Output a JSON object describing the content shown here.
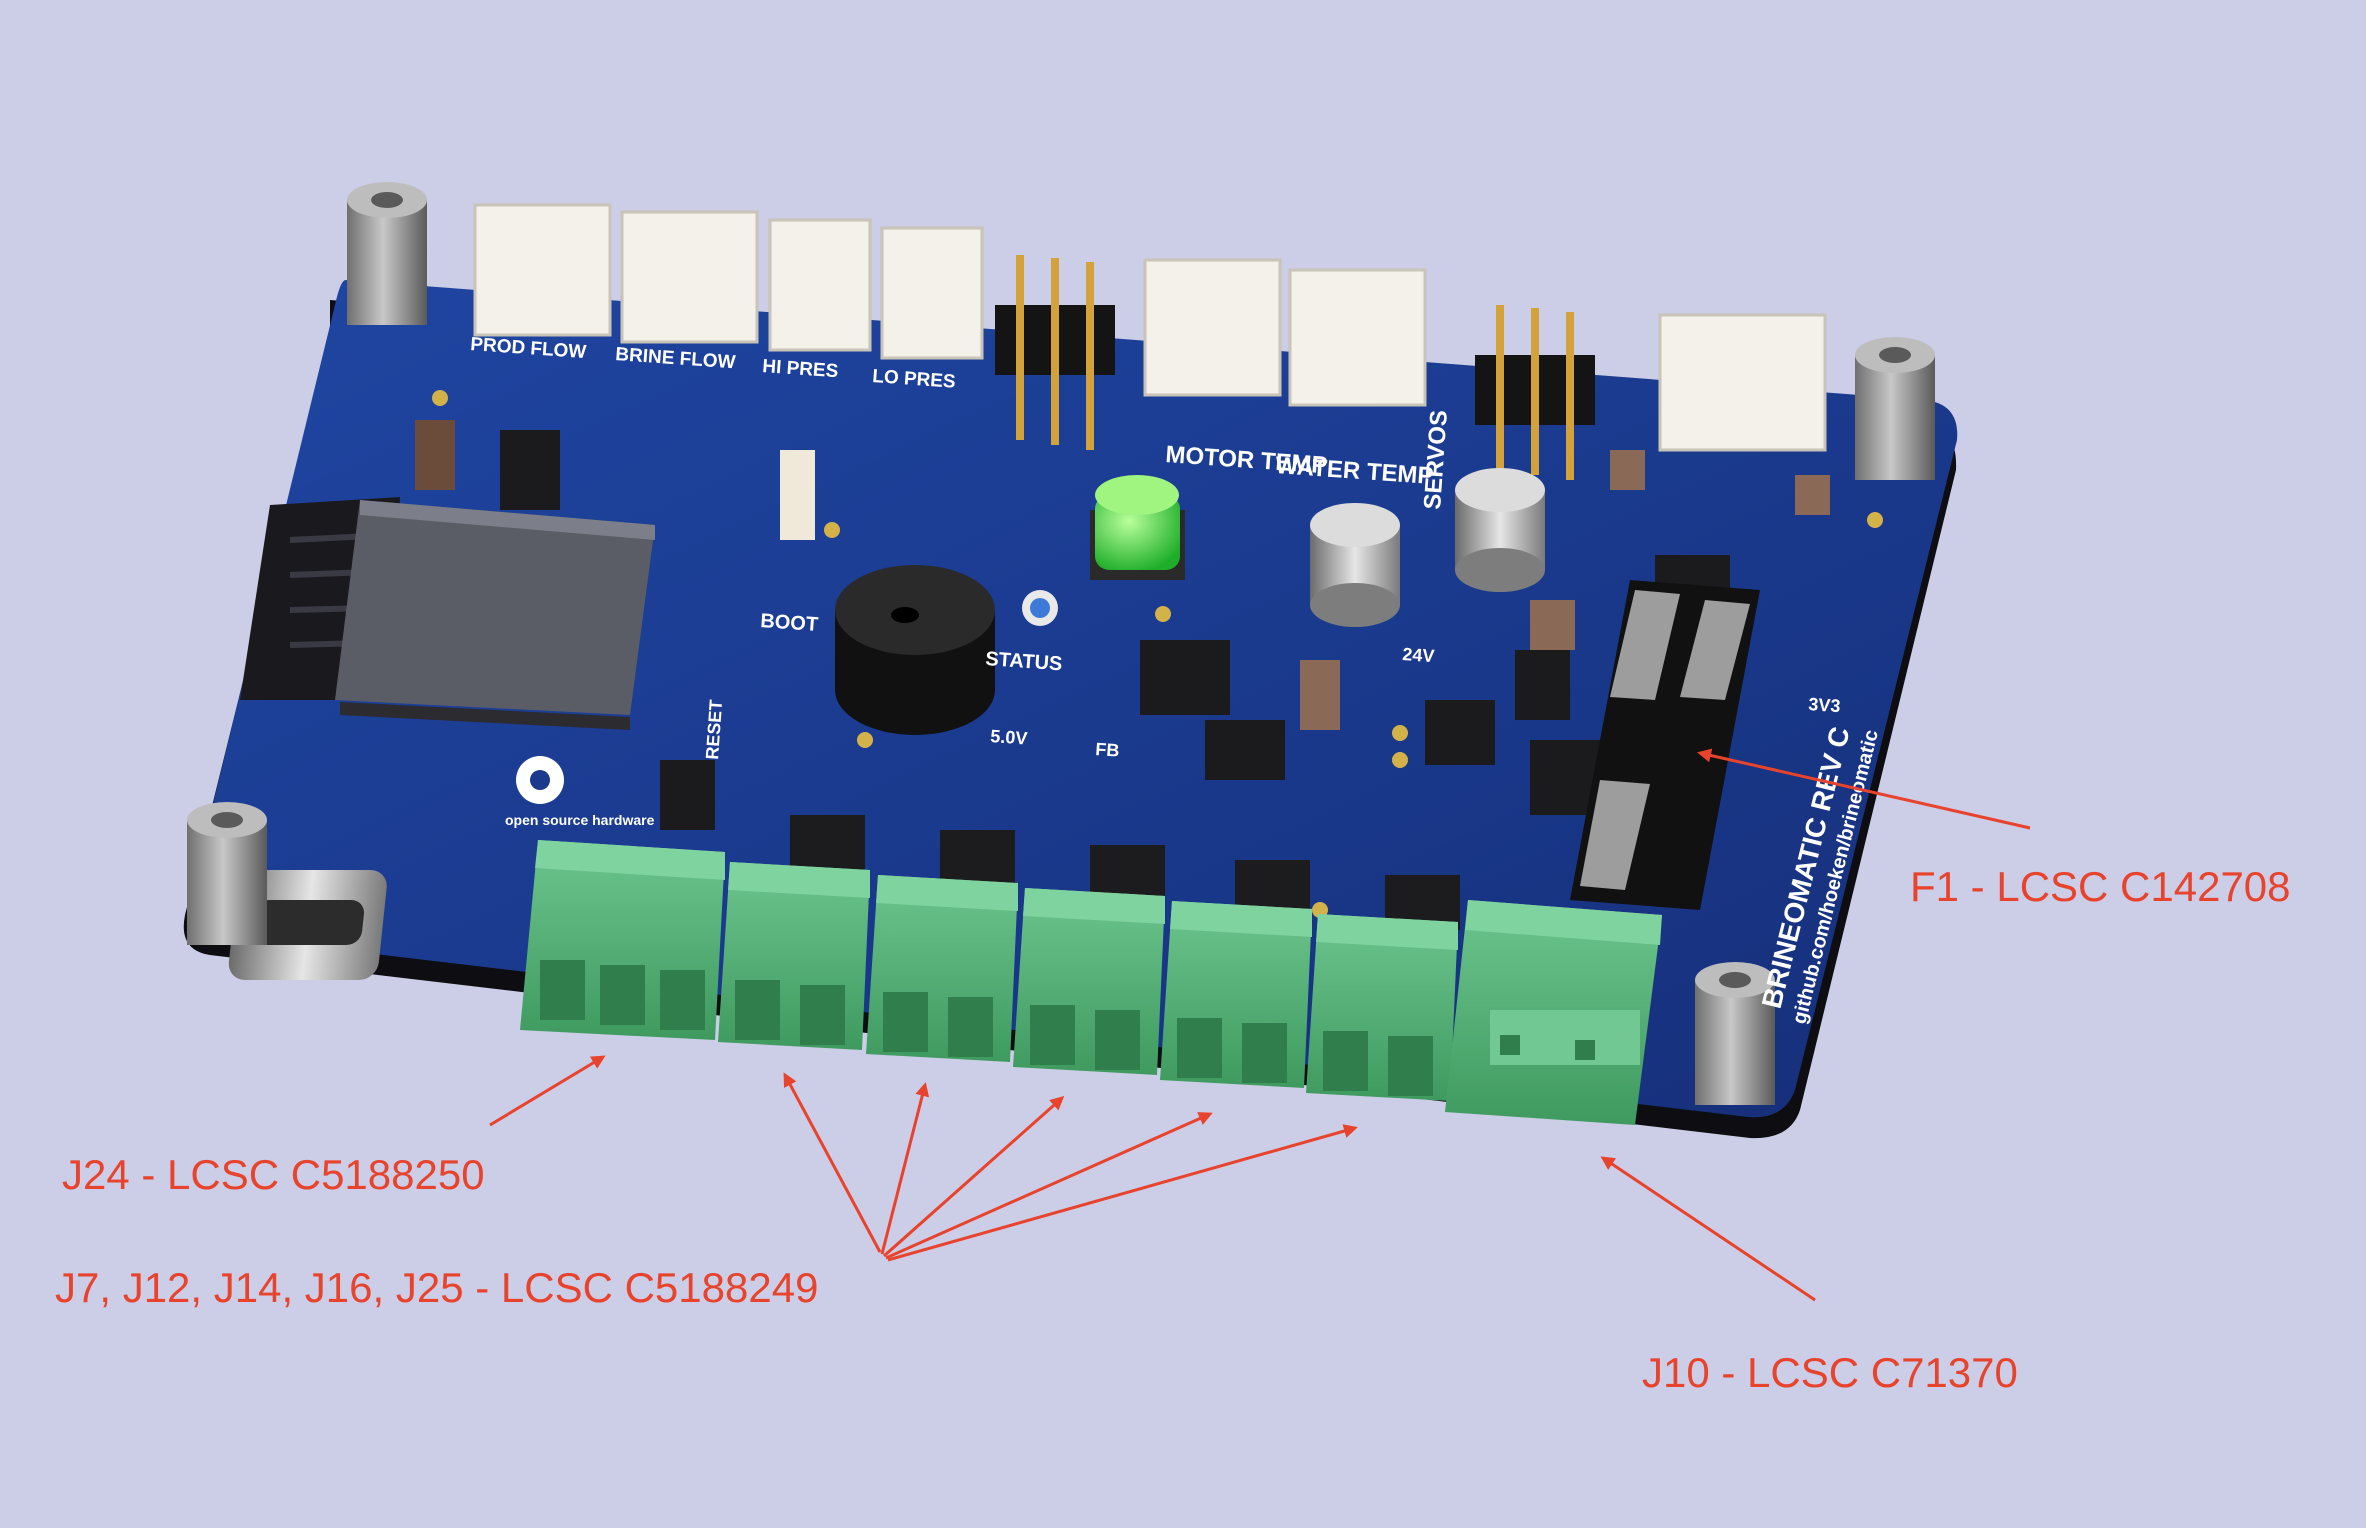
{
  "board": {
    "header_labels": [
      "PROD FLOW",
      "BRINE FLOW",
      "HI PRES",
      "LO PRES",
      "MOTOR TEMP",
      "WATER TEMP",
      "SERVOS"
    ],
    "silk_labels": [
      "BOOT",
      "STATUS",
      "RESET",
      "5.0V",
      "24V",
      "3V3",
      "FB"
    ],
    "logo_text": "open source hardware",
    "side_text": "BRINEOMATIC REV C",
    "url_text": "github.com/hoeken/brineomatic"
  },
  "callouts": {
    "fuse": "F1 - LCSC C142708",
    "j24": "J24 - LCSC C5188250",
    "group": "J7, J12, J14, J16, J25 - LCSC C5188249",
    "j10": "J10 - LCSC C71370"
  },
  "colors": {
    "background": "#cccde6",
    "pcb": "#1c3a8c",
    "connector_green": "#55b77a",
    "annotation_red": "#e8432c"
  }
}
